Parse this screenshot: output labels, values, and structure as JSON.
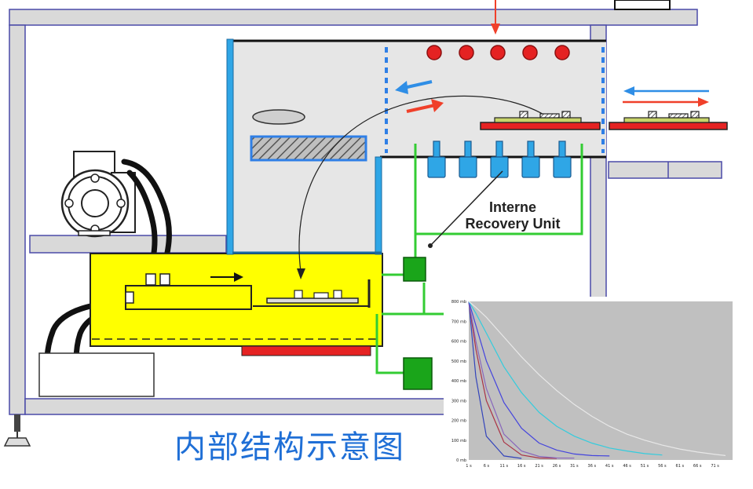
{
  "diagram": {
    "unit_label_line1": "Interne",
    "unit_label_line2": "Recovery Unit",
    "caption": "内部结构示意图",
    "colors": {
      "frame": "#d9d9d9",
      "frame_edge": "#4a4aa8",
      "chamber": "#e6e6e6",
      "tray_yellow": "#ffff00",
      "blue_component": "#2fa6e6",
      "green_line": "#33cc33",
      "green_box": "#1aa51a",
      "red_heater": "#e52222",
      "arrow_red": "#f0402a",
      "arrow_blue": "#2f8ee6"
    }
  },
  "chart_data": {
    "type": "line",
    "background": "#c0c0c0",
    "grid": false,
    "legend": "none",
    "ylim": [
      0,
      800
    ],
    "y_ticks": [
      "0 mb",
      "100 mb",
      "200 mb",
      "300 mb",
      "400 mb",
      "500 mb",
      "600 mb",
      "700 mb",
      "800 mb"
    ],
    "x_ticks": [
      "1 s",
      "6 s",
      "11 s",
      "16 s",
      "21 s",
      "26 s",
      "31 s",
      "36 s",
      "41 s",
      "46 s",
      "51 s",
      "56 s",
      "61 s",
      "66 s",
      "71 s"
    ],
    "x": [
      1,
      3,
      6,
      11,
      16,
      21,
      26,
      31,
      36,
      41,
      46,
      51,
      56,
      61,
      66,
      71,
      74
    ],
    "series": [
      {
        "color": "#3344bb",
        "values": [
          800,
          420,
          120,
          20,
          8,
          null,
          null,
          null,
          null,
          null,
          null,
          null,
          null,
          null,
          null,
          null,
          null
        ]
      },
      {
        "color": "#aa3344",
        "values": [
          800,
          560,
          300,
          90,
          25,
          10,
          8,
          null,
          null,
          null,
          null,
          null,
          null,
          null,
          null,
          null,
          null
        ]
      },
      {
        "color": "#8866bb",
        "values": [
          800,
          600,
          360,
          130,
          45,
          18,
          10,
          9,
          null,
          null,
          null,
          null,
          null,
          null,
          null,
          null,
          null
        ]
      },
      {
        "color": "#4444dd",
        "values": [
          800,
          680,
          500,
          290,
          160,
          85,
          50,
          30,
          22,
          20,
          null,
          null,
          null,
          null,
          null,
          null,
          null
        ]
      },
      {
        "color": "#33ccdd",
        "values": [
          800,
          740,
          640,
          470,
          340,
          240,
          170,
          120,
          85,
          60,
          45,
          32,
          25,
          null,
          null,
          null,
          null
        ]
      },
      {
        "color": "#e8e8e8",
        "values": [
          800,
          770,
          720,
          620,
          520,
          430,
          350,
          280,
          220,
          170,
          130,
          100,
          75,
          55,
          40,
          28,
          22
        ]
      }
    ]
  }
}
